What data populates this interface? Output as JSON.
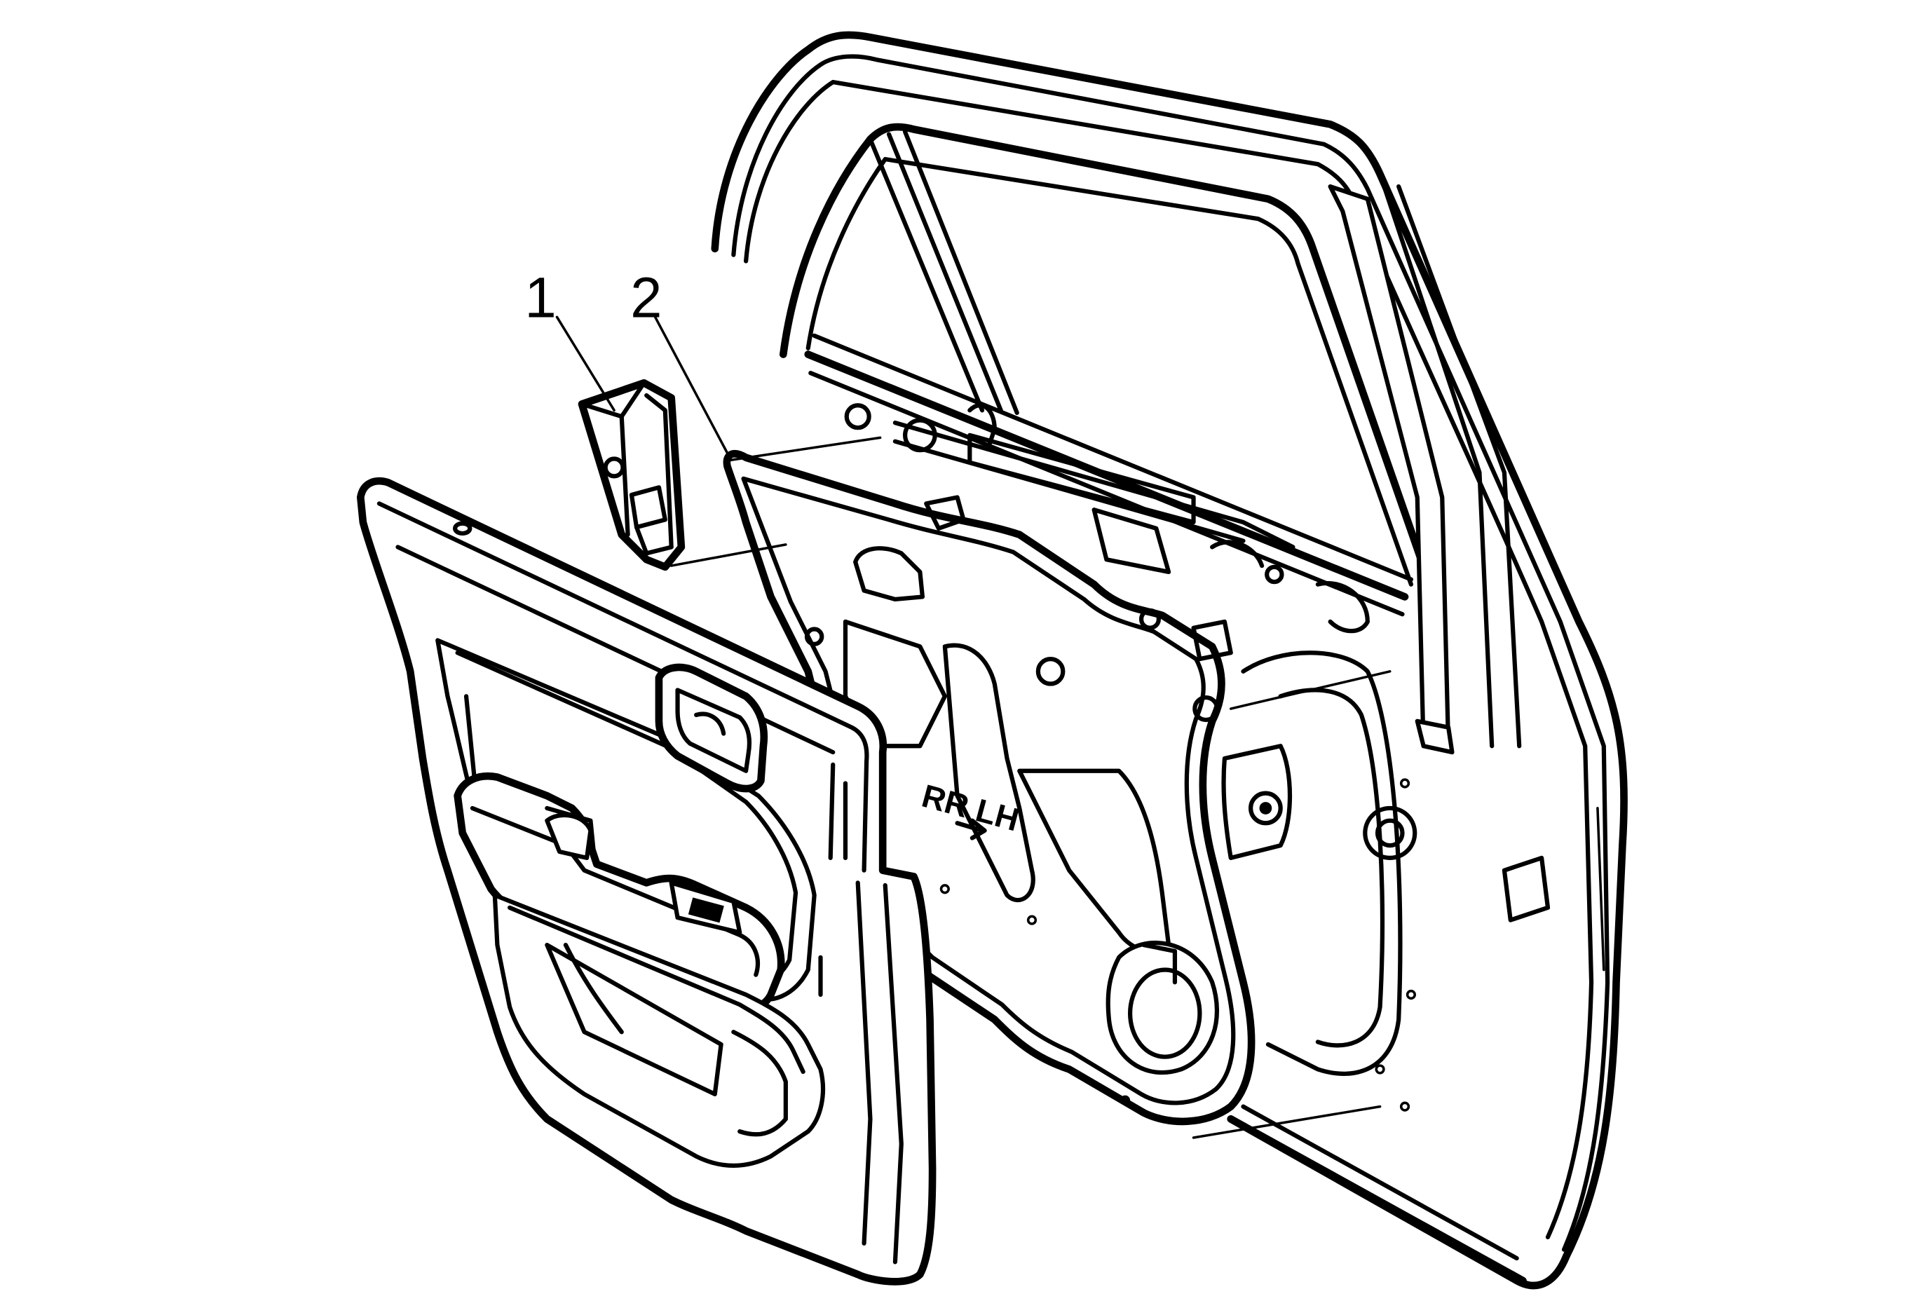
{
  "callouts": [
    {
      "number": "1"
    },
    {
      "number": "2"
    }
  ],
  "stamp": {
    "text": "RR LH"
  },
  "colors": {
    "line": "#000000",
    "background": "#ffffff"
  }
}
